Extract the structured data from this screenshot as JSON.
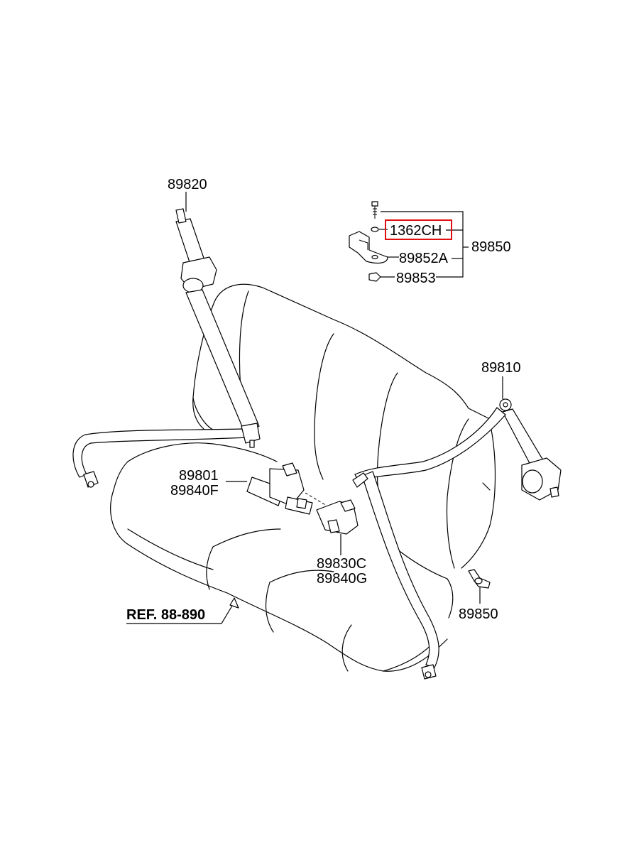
{
  "labels": {
    "p89820": "89820",
    "p1362CH": "1362CH",
    "p89852A": "89852A",
    "p89853": "89853",
    "p89850_group": "89850",
    "p89810": "89810",
    "p89801": "89801",
    "p89840F": "89840F",
    "p89830C": "89830C",
    "p89840G": "89840G",
    "p89850_bolt": "89850",
    "ref": "REF. 88-890"
  },
  "highlight": {
    "part": "1362CH",
    "color": "#e01010"
  }
}
